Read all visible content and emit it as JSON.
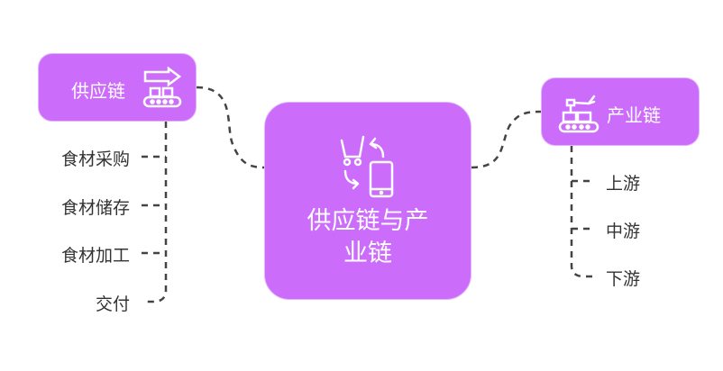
{
  "center": {
    "title_line1": "供应链与产",
    "title_line2": "业链",
    "icon": "cart-phone-exchange-icon"
  },
  "left": {
    "label": "供应链",
    "icon": "conveyor-arrow-icon",
    "items": [
      "食材采购",
      "食材储存",
      "食材加工",
      "交付"
    ]
  },
  "right": {
    "label": "产业链",
    "icon": "robot-arm-conveyor-icon",
    "items": [
      "上游",
      "中游",
      "下游"
    ]
  },
  "colors": {
    "node": "#cc6cfb",
    "line": "#444444"
  }
}
